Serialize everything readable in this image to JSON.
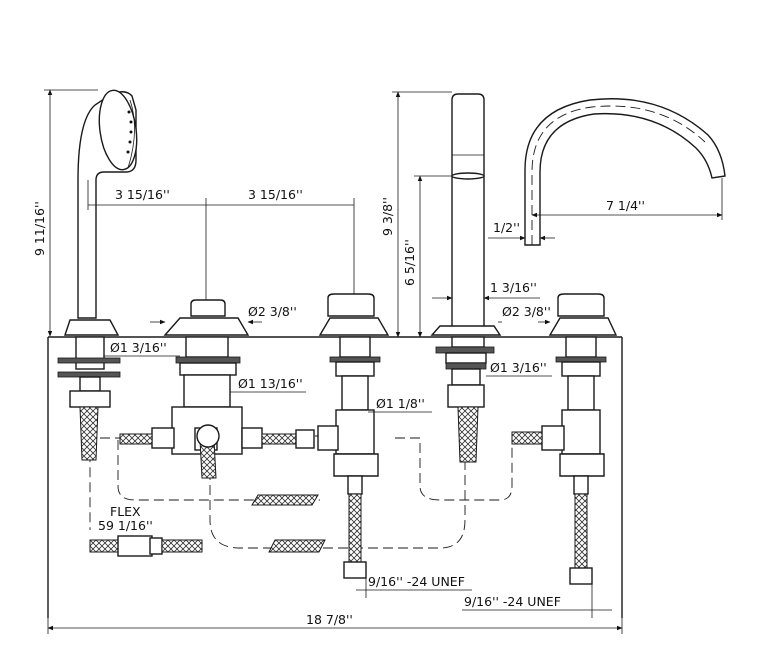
{
  "dimensions": {
    "handshower_height": "9 11/16''",
    "handshower_to_diverter": "3 15/16''",
    "diverter_to_valve": "3 15/16''",
    "spout_height": "9 3/8''",
    "spout_body_height": "6 5/16''",
    "spout_tip": "1/2''",
    "spout_reach": "7 1/4''",
    "spout_diameter": "1 3/16''",
    "diverter_flange": "Ø2 3/8''",
    "valve_flange": "Ø2 3/8''",
    "handshower_shank": "Ø1 3/16''",
    "diverter_shank": "Ø1 13/16''",
    "valve_shank": "Ø1 1/8''",
    "spout_shank": "Ø1 3/16''",
    "flex_label": "FLEX",
    "flex_length": "59 1/16''",
    "thread_left": "9/16'' -24 UNEF",
    "thread_right": "9/16'' -24 UNEF",
    "overall_width": "18 7/8''"
  }
}
